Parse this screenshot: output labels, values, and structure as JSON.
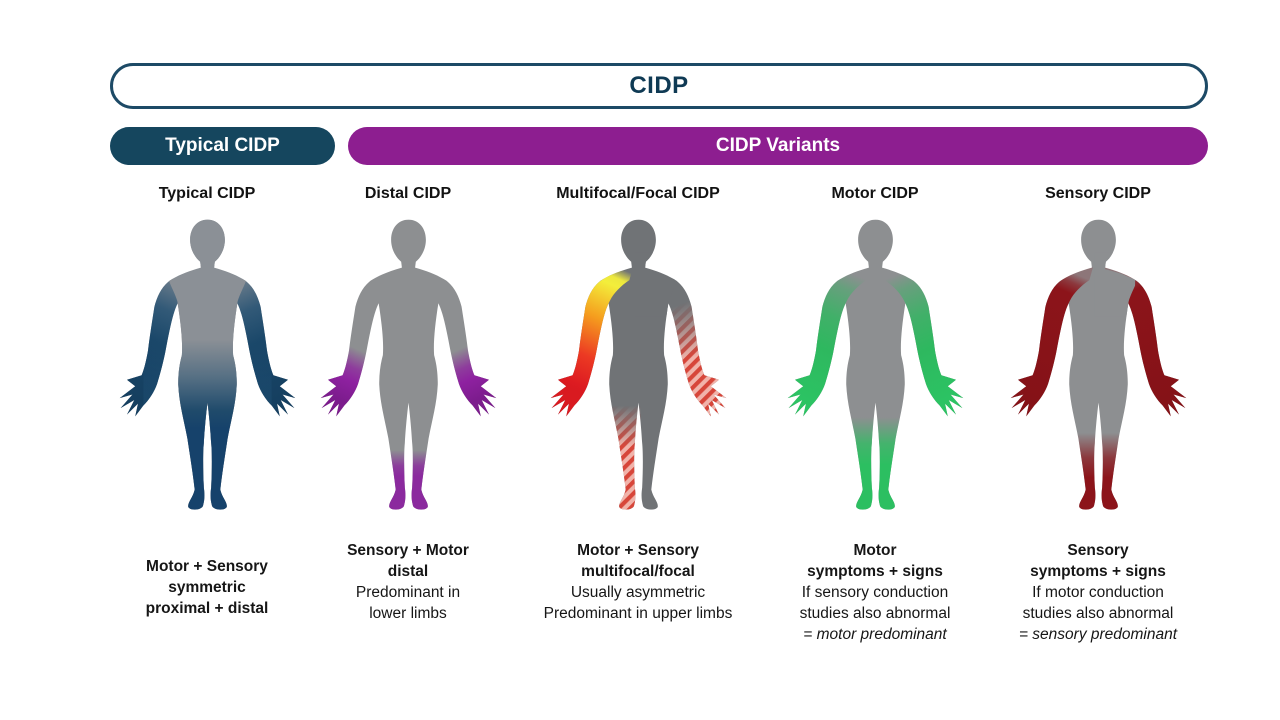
{
  "header": {
    "title": "CIDP"
  },
  "tabs": {
    "typical": "Typical CIDP",
    "variants": "CIDP Variants"
  },
  "colors": {
    "navy_pill": "#15465e",
    "purple_pill": "#8d1e90",
    "body_gray": "#8d8f91",
    "multifocal_body_gray": "#707376",
    "typical_blue": "#1a4769",
    "distal_purple": "#8e21a0",
    "multifocal_yellow": "#f3ee3b",
    "multifocal_orange": "#f59d1e",
    "multifocal_red": "#dd1b21",
    "hatch_red": "#d7463a",
    "hatch_pink": "#f1b3aa",
    "motor_green": "#2cbf61",
    "sensory_dark_red": "#8c141a"
  },
  "columns": [
    {
      "title": "Typical CIDP",
      "body": "gray torso, blue-navy gradient arms and lower body",
      "caption": {
        "bold": [
          "Motor + Sensory",
          "symmetric",
          "proximal + distal"
        ],
        "regular": [],
        "italic": ""
      }
    },
    {
      "title": "Distal CIDP",
      "body": "gray body, purple hands and feet",
      "caption": {
        "bold": [
          "Sensory + Motor",
          "distal"
        ],
        "regular": [
          "Predominant in",
          "lower limbs"
        ],
        "italic": ""
      }
    },
    {
      "title": "Multifocal/Focal CIDP",
      "body": "dark gray body, yellow-to-red left arm, red-hatched right forearm and left leg",
      "caption": {
        "bold": [
          "Motor + Sensory",
          "multifocal/focal"
        ],
        "regular": [
          "Usually asymmetric",
          "Predominant in upper limbs"
        ],
        "italic": ""
      }
    },
    {
      "title": "Motor CIDP",
      "body": "gray body, green gradient arms and lower legs",
      "caption": {
        "bold": [
          "Motor",
          "symptoms + signs"
        ],
        "regular": [
          "If sensory conduction",
          "studies also abnormal"
        ],
        "italic": "= motor predominant"
      }
    },
    {
      "title": "Sensory CIDP",
      "body": "gray body, dark red arms and lower legs",
      "caption": {
        "bold": [
          "Sensory",
          "symptoms + signs"
        ],
        "regular": [
          "If motor conduction",
          "studies also abnormal"
        ],
        "italic": "= sensory predominant"
      }
    }
  ]
}
